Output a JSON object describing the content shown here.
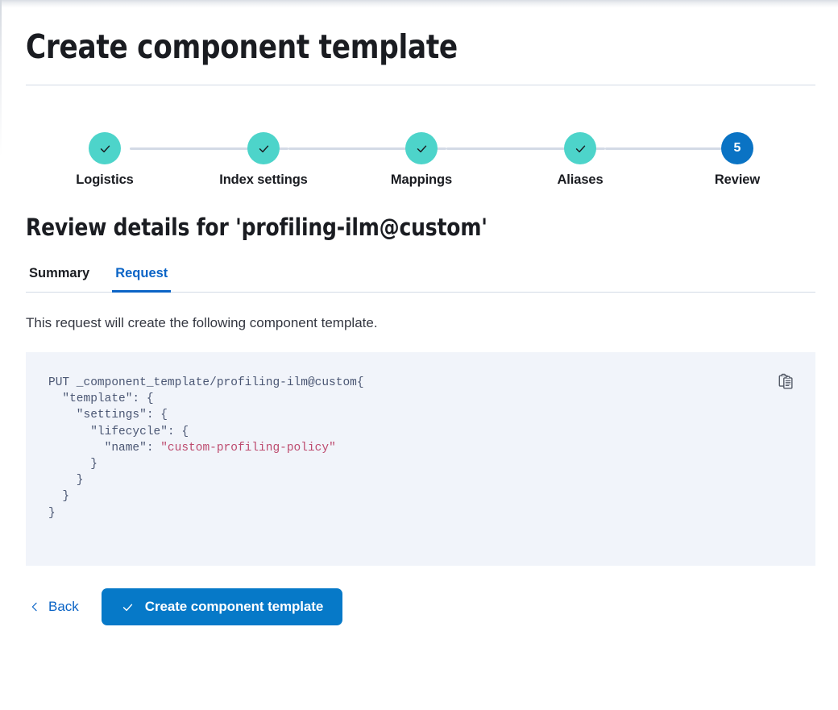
{
  "page": {
    "title": "Create component template"
  },
  "stepper": {
    "steps": [
      {
        "label": "Logistics",
        "state": "done",
        "icon": "check-icon",
        "number": "1"
      },
      {
        "label": "Index settings",
        "state": "done",
        "icon": "check-icon",
        "number": "2"
      },
      {
        "label": "Mappings",
        "state": "done",
        "icon": "check-icon",
        "number": "3"
      },
      {
        "label": "Aliases",
        "state": "done",
        "icon": "check-icon",
        "number": "4"
      },
      {
        "label": "Review",
        "state": "current",
        "icon": "",
        "number": "5"
      }
    ],
    "colors": {
      "done": "#4dd4ca",
      "current": "#0a73c4",
      "connector": "#d3dae6"
    }
  },
  "review": {
    "heading": "Review details for 'profiling-ilm@custom'",
    "tabs": [
      {
        "label": "Summary",
        "active": false
      },
      {
        "label": "Request",
        "active": true
      }
    ],
    "description": "This request will create the following component template."
  },
  "code_block": {
    "copy_icon": "copy-clipboard-icon",
    "method_line": "PUT _component_template/profiling-ilm@custom",
    "body_before_string": "{\n  \"template\": {\n    \"settings\": {\n      \"lifecycle\": {\n        \"name\": ",
    "string_value": "\"custom-profiling-policy\"",
    "body_after_string": "\n      }\n    }\n  }\n}",
    "colors": {
      "background": "#f1f4fa",
      "text": "#4a5673",
      "string": "#bd4a6e"
    }
  },
  "actions": {
    "back_label": "Back",
    "back_icon": "chevron-left-icon",
    "submit_label": "Create component template",
    "submit_icon": "check-icon",
    "submit_color": "#0679c8",
    "link_color": "#0b64c6"
  }
}
